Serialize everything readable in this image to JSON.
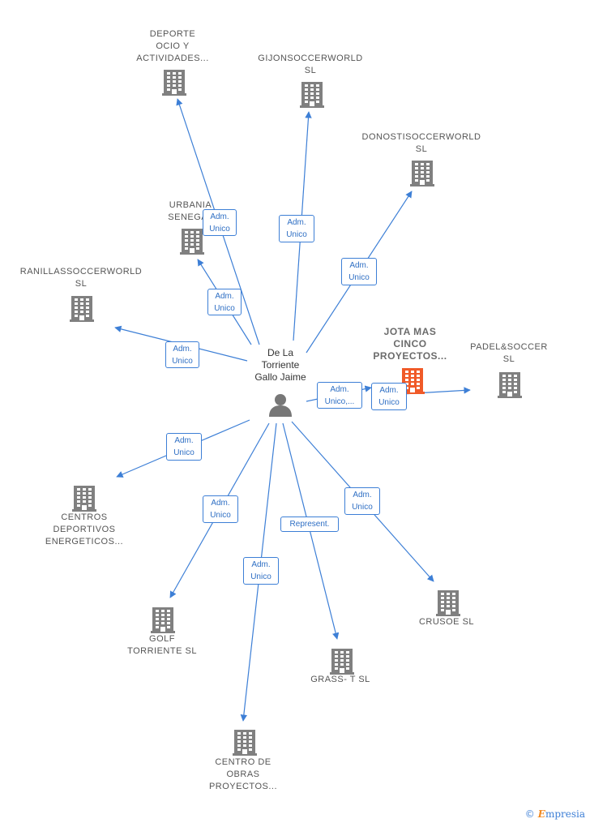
{
  "colors": {
    "edge": "#3d7fd6",
    "building": "#808080",
    "focus_building": "#f05a28",
    "person": "#777777"
  },
  "person": {
    "name": "De La\nTorriente\nGallo Jaime",
    "icon": "person-icon"
  },
  "nodes": [
    {
      "id": "deporte",
      "label": "DEPORTE\nOCIO Y\nACTIVIDADES...",
      "icon": "building-icon"
    },
    {
      "id": "gijon",
      "label": "GIJONSOCCERWORLD\nSL",
      "icon": "building-icon"
    },
    {
      "id": "donosti",
      "label": "DONOSTISOCCERWORLD\nSL",
      "icon": "building-icon"
    },
    {
      "id": "urbania",
      "label": "URBANIA\nSENEGAL",
      "icon": "building-icon"
    },
    {
      "id": "ranillas",
      "label": "RANILLASSOCCERWORLD\nSL",
      "icon": "building-icon"
    },
    {
      "id": "jota",
      "label": "JOTA MAS\nCINCO\nPROYECTOS...",
      "icon": "building-icon",
      "focus": true
    },
    {
      "id": "padel",
      "label": "PADEL&SOCCER\nSL",
      "icon": "building-icon"
    },
    {
      "id": "centros",
      "label": "CENTROS\nDEPORTIVOS\nENERGETICOS...",
      "icon": "building-icon"
    },
    {
      "id": "golf",
      "label": "GOLF\nTORRIENTE  SL",
      "icon": "building-icon"
    },
    {
      "id": "grass",
      "label": "GRASS- T  SL",
      "icon": "building-icon"
    },
    {
      "id": "crusoe",
      "label": "CRUSOE  SL",
      "icon": "building-icon"
    },
    {
      "id": "obras",
      "label": "CENTRO DE\nOBRAS\nPROYECTOS...",
      "icon": "building-icon"
    }
  ],
  "edges": [
    {
      "to": "deporte",
      "label": "Adm.\nUnico"
    },
    {
      "to": "gijon",
      "label": "Adm.\nUnico"
    },
    {
      "to": "donosti",
      "label": "Adm.\nUnico"
    },
    {
      "to": "urbania",
      "label": "Adm.\nUnico"
    },
    {
      "to": "ranillas",
      "label": "Adm.\nUnico"
    },
    {
      "to": "jota",
      "label": "Adm.\nUnico,..."
    },
    {
      "to": "padel",
      "label": "Adm.\nUnico"
    },
    {
      "to": "centros",
      "label": "Adm.\nUnico"
    },
    {
      "to": "golf",
      "label": "Adm.\nUnico"
    },
    {
      "to": "obras",
      "label": "Adm.\nUnico"
    },
    {
      "to": "grass",
      "label": "Represent."
    },
    {
      "to": "crusoe",
      "label": "Adm.\nUnico"
    }
  ],
  "watermark": {
    "copyright": "©",
    "brand_initial": "E",
    "brand_rest": "mpresia"
  }
}
